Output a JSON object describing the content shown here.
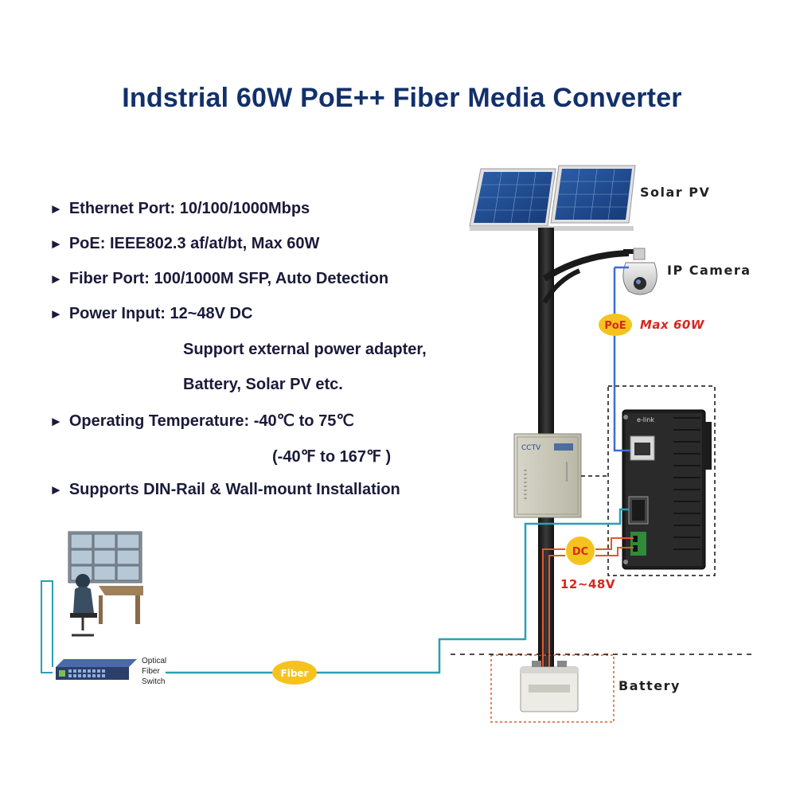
{
  "title": "Indstrial 60W PoE++ Fiber Media Converter",
  "features": [
    "Ethernet Port: 10/100/1000Mbps",
    "PoE: IEEE802.3 af/at/bt, Max 60W",
    "Fiber Port: 100/1000M SFP, Auto Detection",
    "Power Input: 12~48V DC"
  ],
  "power_input_notes": [
    "Support external power  adapter,",
    "Battery, Solar PV etc."
  ],
  "temperature": {
    "label": "Operating Temperature: -40℃ to 75℃",
    "fahrenheit": "(-40℉ to 167℉ )"
  },
  "mounting": "Supports DIN-Rail & Wall-mount Installation",
  "arrow_glyph": "►",
  "labels": {
    "solar": "Solar PV",
    "camera": "IP Camera",
    "poe_badge": "PoE",
    "max_power": "Max 60W",
    "dc_badge": "DC",
    "voltage": "12~48V",
    "battery": "Battery",
    "fiber_badge": "Fiber",
    "switch_lines": [
      "Optical",
      "Fiber",
      "Switch"
    ],
    "cabinet_text": "CCTV",
    "device_brand": "e-link"
  },
  "colors": {
    "title": "#12306a",
    "fiber_line": "#2a9fb5",
    "poe_line": "#3b6fd6",
    "dc_line": "#e3582a",
    "badge_fill": "#f6c31e",
    "battery_box": "#e05a2a",
    "red_text": "#d6271f"
  },
  "icons": [
    "solar-panel-icon",
    "ip-camera-icon",
    "pole-icon",
    "cctv-cabinet-icon",
    "media-converter-icon",
    "battery-icon",
    "monitoring-station-icon",
    "fiber-switch-icon"
  ]
}
